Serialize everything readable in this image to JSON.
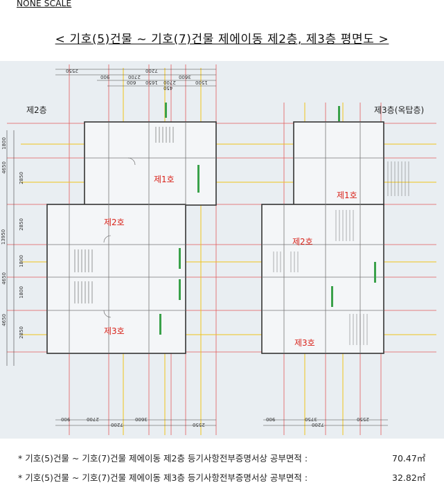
{
  "header": {
    "scale_label": "NONE SCALE",
    "title": "< 기호(5)건물 ~ 기호(7)건물 제에이동 제2층, 제3층 평면도 >"
  },
  "plan": {
    "floor2_label": "제2층",
    "floor3_label": "제3층(옥탑층)",
    "floor2_units": [
      "제1호",
      "제2호",
      "제3호"
    ],
    "floor3_units": [
      "제1호",
      "제2호",
      "제3호"
    ],
    "dims_top": [
      "2550",
      "7200",
      "900",
      "2700",
      "3600",
      "2700",
      "600",
      "1650",
      "450",
      "1500"
    ],
    "dims_left": [
      "1800",
      "4650",
      "2850",
      "13950",
      "2850",
      "1800",
      "4650",
      "1800",
      "4650",
      "2850"
    ],
    "dims_bottom_left": [
      "900",
      "2700",
      "3600",
      "7200",
      "2550"
    ],
    "dims_bottom_right": [
      "900",
      "3750",
      "2550",
      "7200"
    ]
  },
  "footnotes": [
    {
      "text": "* 기호(5)건물 ~ 기호(7)건물 제에이동 제2층 등기사항전부증명서상 공부면적 :",
      "value": "70.47㎡"
    },
    {
      "text": "* 기호(5)건물 ~ 기호(7)건물 제에이동 제3층 등기사항전부증명서상 공부면적 :",
      "value": "32.82㎡"
    }
  ]
}
